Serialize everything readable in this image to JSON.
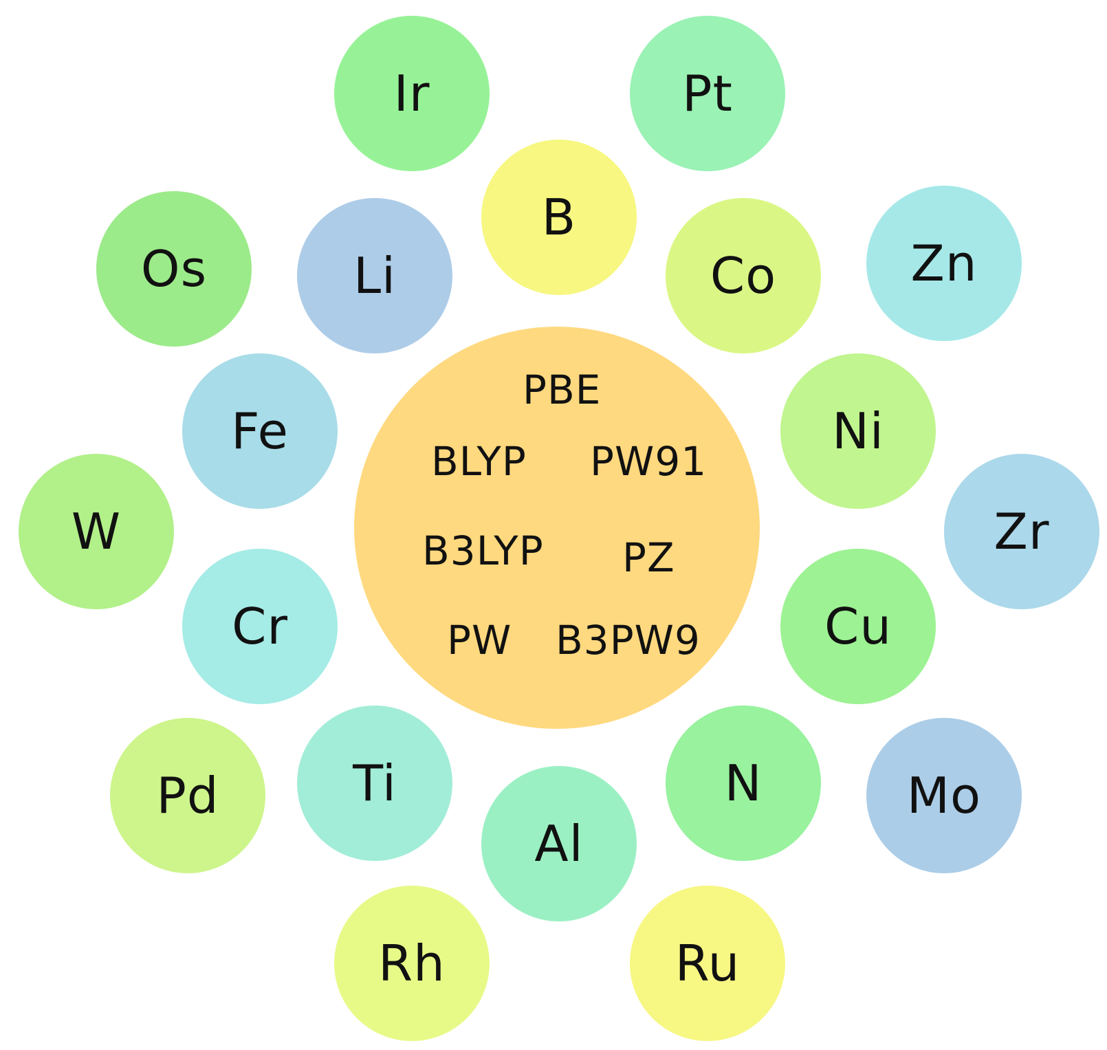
{
  "center": {
    "color": "#FFD97F",
    "methods": [
      "PBE",
      "BLYP",
      "PW91",
      "B3LYP",
      "PZ",
      "PW",
      "B3PW9"
    ]
  },
  "elements": [
    {
      "symbol": "Ir",
      "color": "#97F297"
    },
    {
      "symbol": "Pt",
      "color": "#9AF2B4"
    },
    {
      "symbol": "B",
      "color": "#F7F781"
    },
    {
      "symbol": "Os",
      "color": "#9CEB8A"
    },
    {
      "symbol": "Li",
      "color": "#ADCCE8"
    },
    {
      "symbol": "Co",
      "color": "#DAF785"
    },
    {
      "symbol": "Zn",
      "color": "#A6E8E8"
    },
    {
      "symbol": "Fe",
      "color": "#A8DCE8"
    },
    {
      "symbol": "Ni",
      "color": "#C1F58F"
    },
    {
      "symbol": "W",
      "color": "#B2F08A"
    },
    {
      "symbol": "Zr",
      "color": "#ABD8EA"
    },
    {
      "symbol": "Cr",
      "color": "#A5EBE6"
    },
    {
      "symbol": "Cu",
      "color": "#9DF293"
    },
    {
      "symbol": "Pd",
      "color": "#CDF58B"
    },
    {
      "symbol": "Ti",
      "color": "#A2EDD7"
    },
    {
      "symbol": "N",
      "color": "#98F29E"
    },
    {
      "symbol": "Mo",
      "color": "#ABCDE8"
    },
    {
      "symbol": "Al",
      "color": "#9BF0C3"
    },
    {
      "symbol": "Rh",
      "color": "#E7FA88"
    },
    {
      "symbol": "Ru",
      "color": "#F7F783"
    }
  ]
}
